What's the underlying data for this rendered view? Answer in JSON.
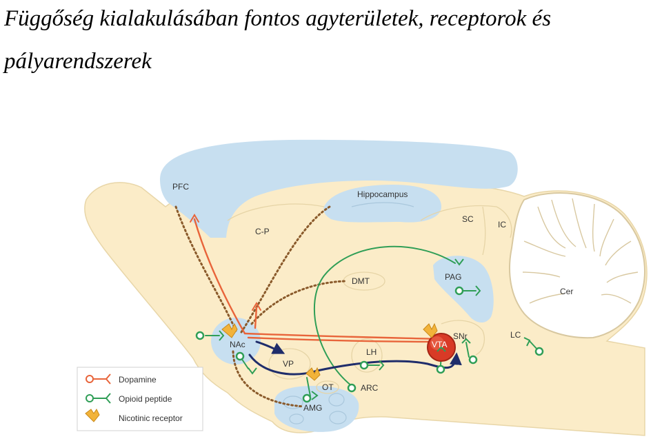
{
  "title": "Függőség kialakulásában fontos agyterületek, receptorok és pályarendszerek",
  "regions": {
    "pfc": "PFC",
    "hippocampus": "Hippocampus",
    "cp": "C-P",
    "sc": "SC",
    "ic": "IC",
    "dmt": "DMT",
    "pag": "PAG",
    "cer": "Cer",
    "nac": "NAc",
    "vp": "VP",
    "lh": "LH",
    "vta": "VTA",
    "snr": "SNr",
    "lc": "LC",
    "ot": "OT",
    "arc": "ARC",
    "amg": "AMG"
  },
  "legend": {
    "dopamine": "Dopamine",
    "opioid": "Opioid peptide",
    "nicotinic": "Nicotinic receptor"
  },
  "colors": {
    "dopamine": "#e8643a",
    "opioid": "#2f9e56",
    "nicotinic": "#f2b33a",
    "gaba_path": "#1f2d6b",
    "dotted_path": "#8a5a2b",
    "blue_region": "#c7dff0",
    "brain": "#fbecc8"
  }
}
